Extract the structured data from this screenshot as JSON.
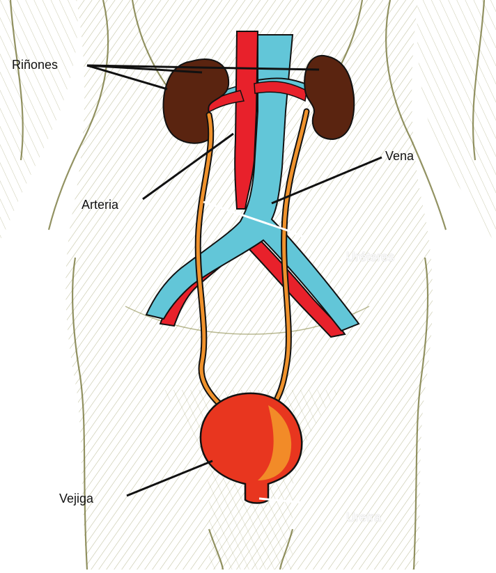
{
  "labels": {
    "kidneys": "Riñones",
    "artery": "Arteria",
    "vein": "Vena",
    "ureters": "Uréteres",
    "bladder": "Vejiga",
    "urethra": "Uretra"
  },
  "colors": {
    "artery": "#e8212b",
    "vein": "#62c6d8",
    "kidney": "#5a2410",
    "ureter": "#f0922c",
    "bladder": "#e8361f",
    "bladder_highlight": "#f39a2a",
    "body_sketch": "#8a8a4a"
  }
}
